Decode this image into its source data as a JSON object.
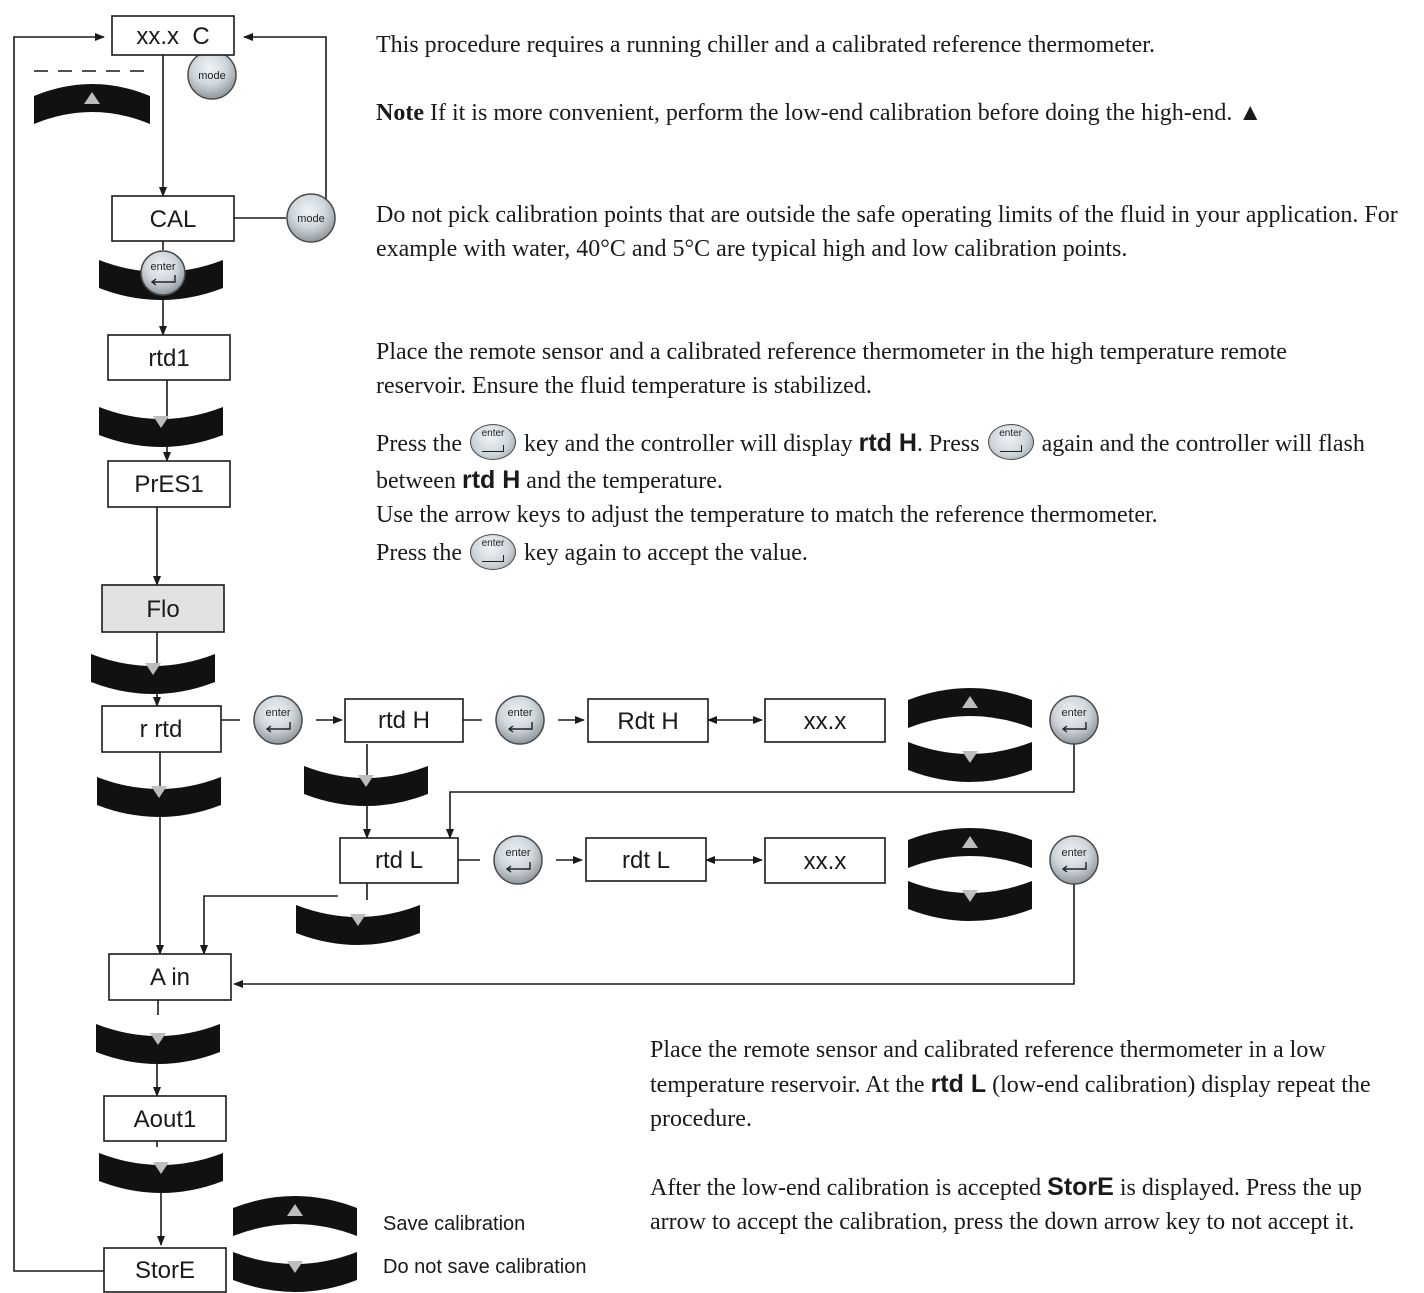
{
  "flow": {
    "display_temp": "xx.x  C",
    "cal": "CAL",
    "rtd1": "rtd1",
    "pres1": "PrES1",
    "flo": "Flo",
    "r_rtd": "r rtd",
    "rtd_h": "rtd H",
    "rdt_h": "Rdt H",
    "value_h": "xx.x",
    "rtd_l": "rtd L",
    "rdt_l": "rdt L",
    "value_l": "xx.x",
    "a_in": "A in",
    "aout1": "Aout1",
    "store": "StorE"
  },
  "keys": {
    "mode": "mode",
    "enter": "enter"
  },
  "legend": {
    "save": "Save calibration",
    "do_not_save": "Do not save calibration"
  },
  "text": {
    "intro": "This procedure requires a running chiller and a calibrated reference thermometer.",
    "note_label": "Note",
    "note_body": " If it is more convenient, perform the low-end calibration before doing the high-end. ▲",
    "limits": "Do not pick calibration points that are outside the safe operating limits of the fluid in your application. For example with water, 40°C and 5°C are typical high and low calibration points.",
    "place_high": "Place the remote sensor and a calibrated reference thermometer in the high temperature remote reservoir. Ensure the fluid temperature is stabilized.",
    "press_a": "Press the ",
    "press_b": " key and the controller will display ",
    "rtd_h_kw": "rtd H",
    "press_c": ". Press ",
    "press_d": " again and the controller will flash between ",
    "press_e": " and the temperature.",
    "arrows": "Use the arrow keys to adjust the temperature to match the reference thermometer.",
    "accept_a": "Press the ",
    "accept_b": " key  again to accept the value.",
    "place_low_a": "Place the remote sensor and calibrated reference thermometer in a low temperature reservoir. At the ",
    "rtd_l_kw": "rtd L",
    "place_low_b": " (low-end calibration) display repeat the procedure.",
    "after_a": "After the low-end calibration is accepted ",
    "store_kw": "StorE",
    "after_b": " is displayed. Press the up arrow to accept the calibration, press the down arrow key to not accept it."
  }
}
